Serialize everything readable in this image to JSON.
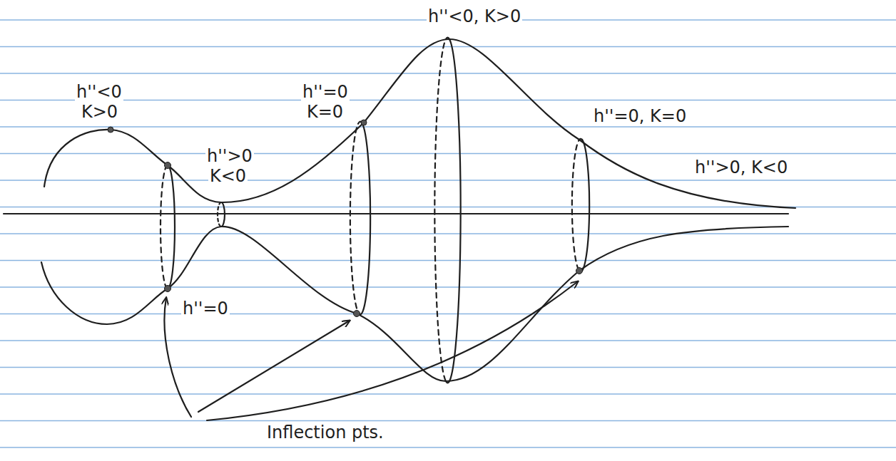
{
  "diagram": {
    "labels": [
      "h''<0",
      "K>0",
      "h''>0",
      "K<0",
      "h''=0",
      "K=0",
      "h''<0, K>0",
      "h''=0, K=0",
      "h''>0, K<0",
      "h''=0",
      "Inflection pts."
    ]
  }
}
